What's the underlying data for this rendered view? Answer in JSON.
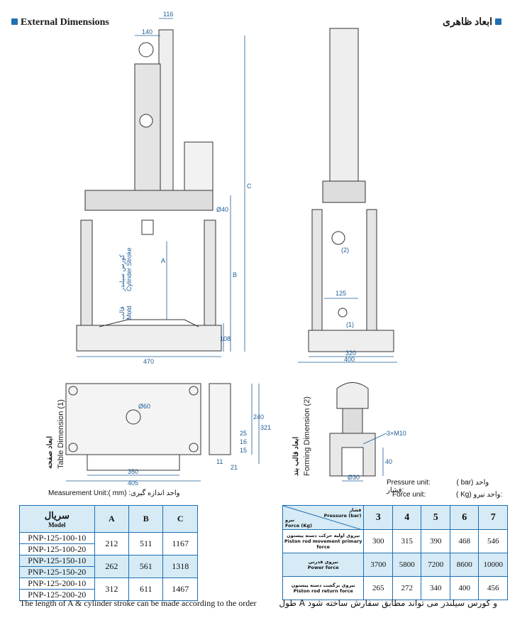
{
  "header_left": {
    "title": "External Dimensions"
  },
  "header_right": {
    "title": "ابعاد ظاهری"
  },
  "front_view": {
    "dims": [
      "116",
      "140",
      "Ø40",
      "C",
      "B",
      "A",
      "108",
      "470"
    ],
    "cylinder_stroke_fa": "کورس سیلندر",
    "cylinder_stroke_en": "Cylinder Stroke",
    "mold_fa": "قالب",
    "mold_en": "Mold"
  },
  "side_view": {
    "dims": [
      "125",
      "320",
      "400"
    ],
    "markers": [
      "(2)",
      "(1)"
    ]
  },
  "table_dimension": {
    "title_fa": "ابعاد صفحه",
    "title_en": "Table Dimension (1)",
    "dims": [
      "Ø60",
      "240",
      "321",
      "25",
      "16",
      "15",
      "11",
      "21",
      "350",
      "405"
    ]
  },
  "forming_dimension": {
    "title_fa": "ابعاد قالب بند",
    "title_en": "Forming Dimension (2)",
    "dims": [
      "3×M10",
      "40",
      "Ø30"
    ]
  },
  "units": {
    "measurement": "Measurement Unit:( mm) :واحد اندازه گیری",
    "pressure_en": "Pressure unit:",
    "pressure_val": "( bar)",
    "pressure_fa": "واحد فشار:",
    "force_en": "Force unit:",
    "force_val": "( Kg)",
    "force_fa": "واحد نیرو:"
  },
  "model_table": {
    "header_fa": "سریال",
    "header_en": "Model",
    "cols": [
      "A",
      "B",
      "C"
    ],
    "groups": [
      {
        "models": [
          "PNP-125-100-10",
          "PNP-125-100-20"
        ],
        "A": "212",
        "B": "511",
        "C": "1167"
      },
      {
        "models": [
          "PNP-125-150-10",
          "PNP-125-150-20"
        ],
        "A": "262",
        "B": "561",
        "C": "1318"
      },
      {
        "models": [
          "PNP-125-200-10",
          "PNP-125-200-20"
        ],
        "A": "312",
        "B": "611",
        "C": "1467"
      }
    ]
  },
  "force_table": {
    "corner_pressure_fa": "فشار",
    "corner_pressure_en": "Pressure",
    "corner_pressure_unit": "(bar)",
    "corner_force_fa": "نیرو",
    "corner_force_en": "Force",
    "corner_force_unit": "(Kg)",
    "pressures": [
      "3",
      "4",
      "5",
      "6",
      "7"
    ],
    "rows": [
      {
        "label_fa": "نیروی اولیه حرکت دسته پیستون",
        "label_en": "Piston rod movement primary force",
        "values": [
          "300",
          "315",
          "390",
          "468",
          "546"
        ]
      },
      {
        "label_fa": "نیروی قدرتی",
        "label_en": "Power force",
        "values": [
          "3700",
          "5800",
          "7200",
          "8600",
          "10000"
        ]
      },
      {
        "label_fa": "نیروی برگشت دسته پیستون",
        "label_en": "Piston rod return force",
        "values": [
          "265",
          "272",
          "340",
          "400",
          "456"
        ]
      }
    ]
  },
  "footer": {
    "note_en": "The length of A  & cylinder stroke can be made according to the order",
    "note_fa": "طول A  و کورس سیلندر می تواند مطابق سفارش ساخته شود"
  },
  "colors": {
    "accent": "#1f6fb2",
    "table_header": "#d6ebf6",
    "dimension": "#1c5d96"
  }
}
